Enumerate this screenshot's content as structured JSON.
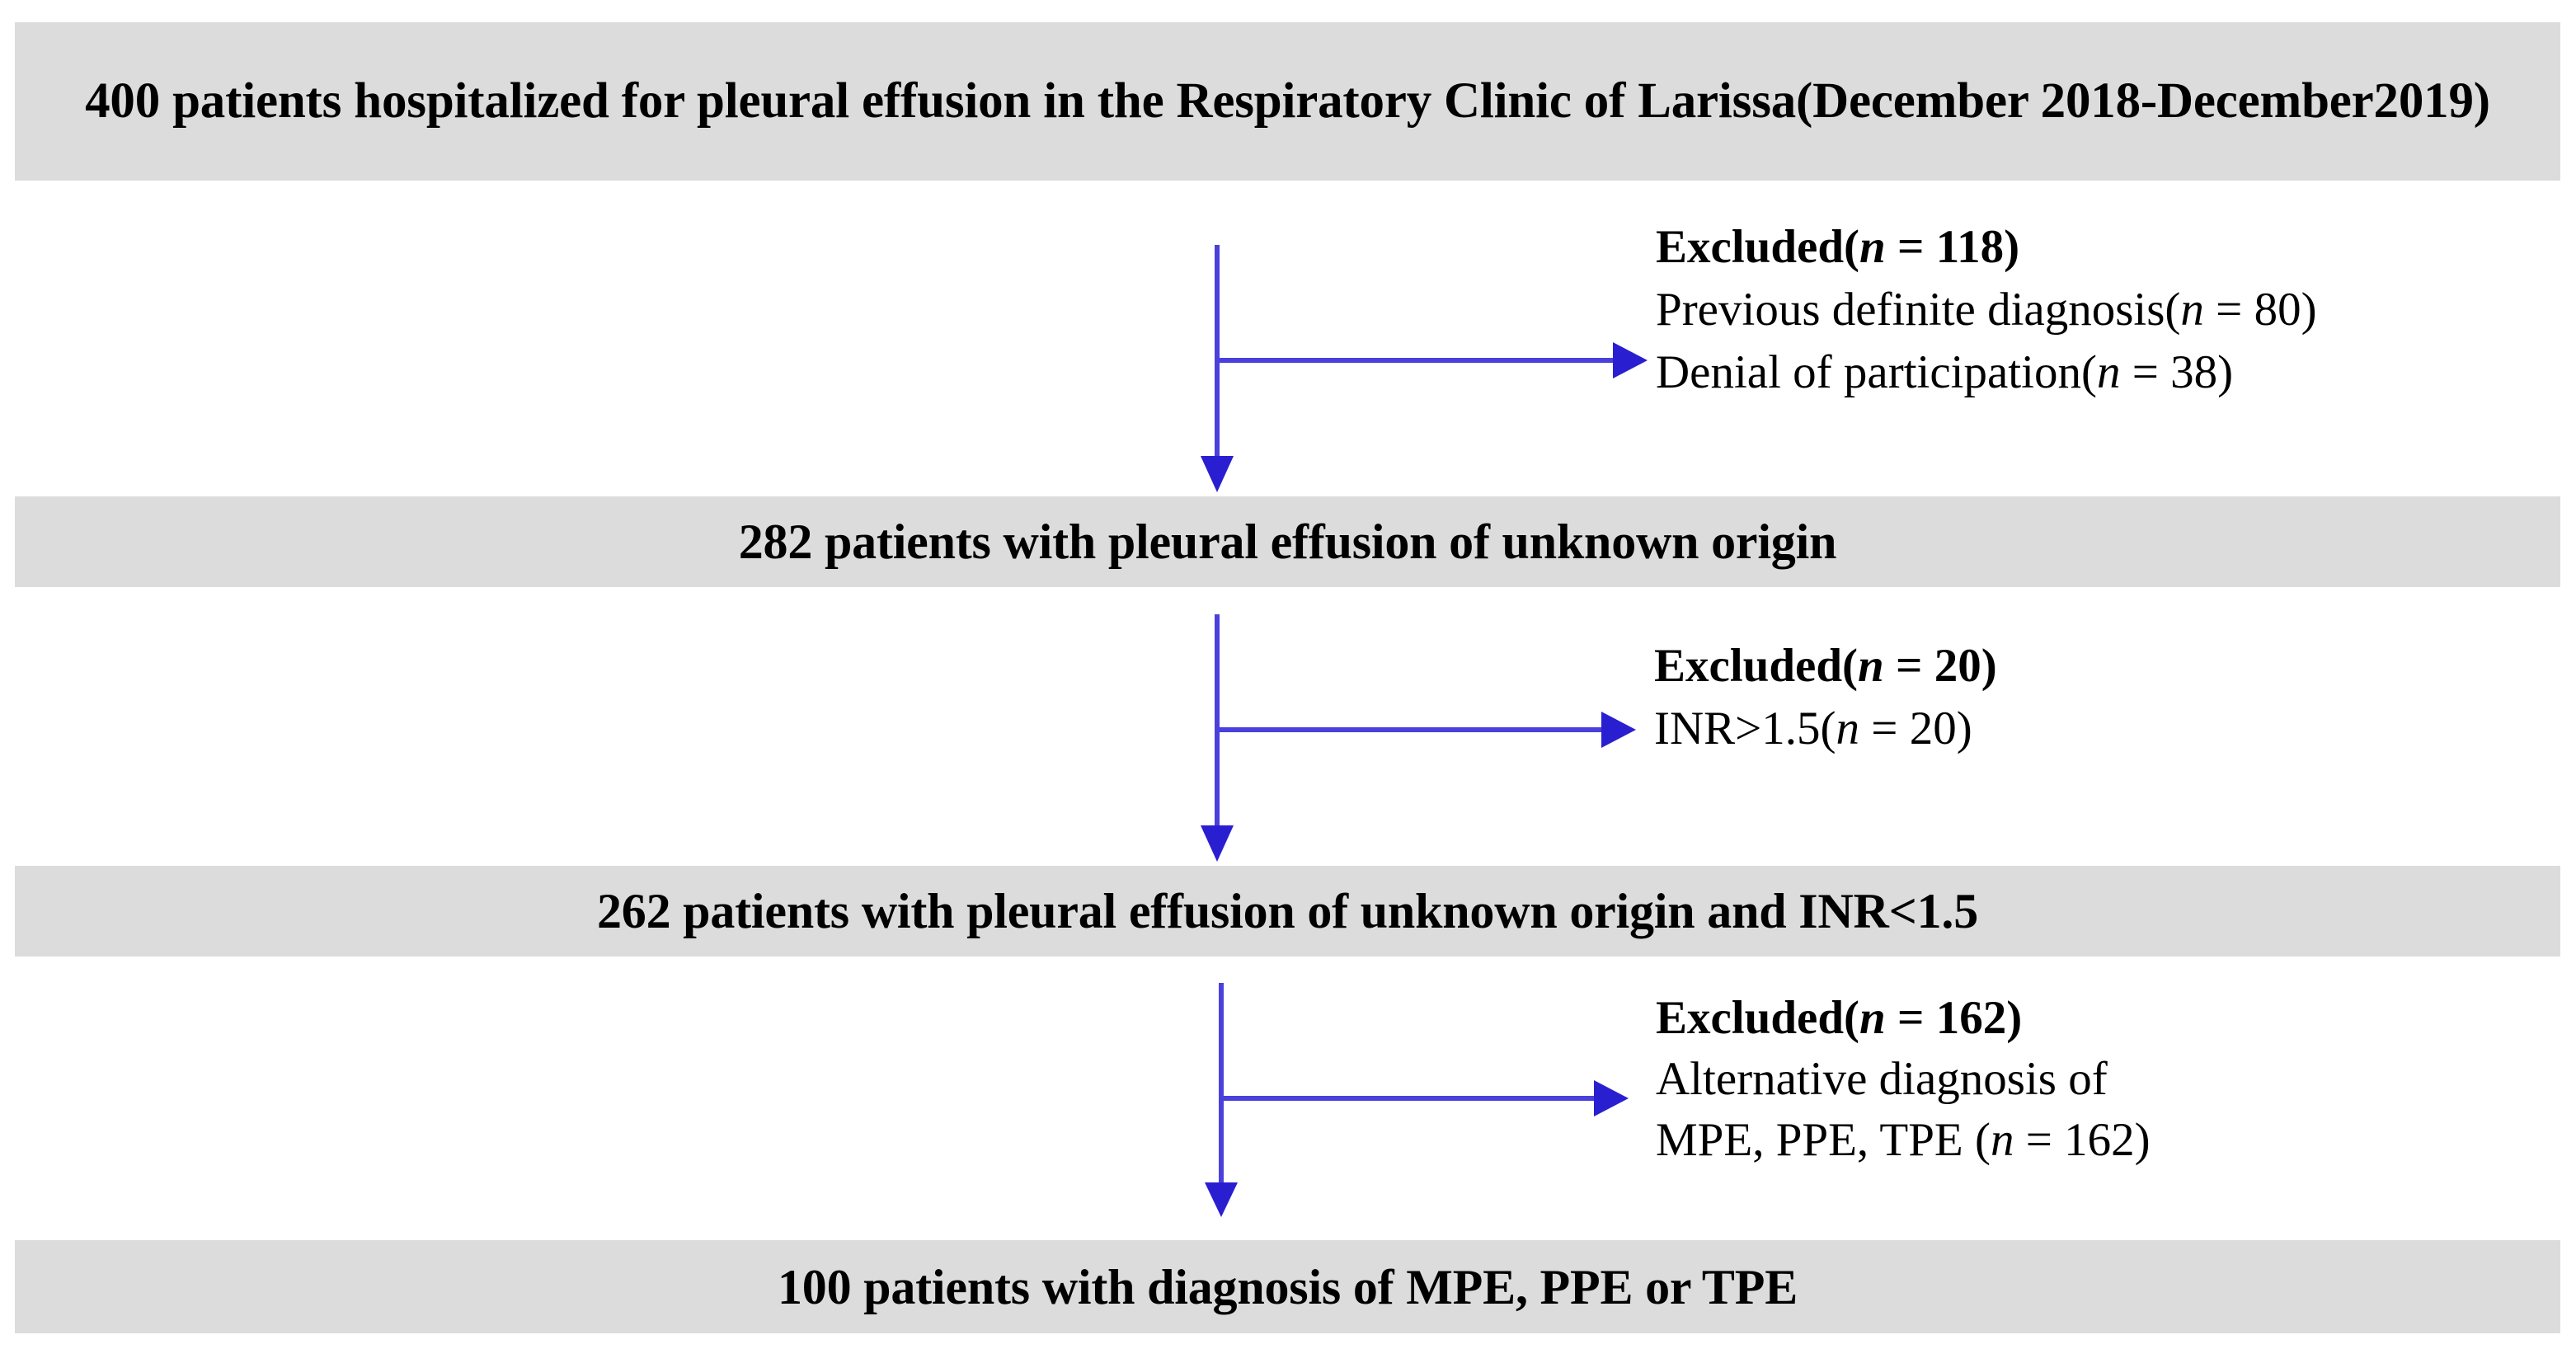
{
  "diagram": {
    "type": "patient-flow-consort-diagram",
    "accent_color": "#4A40DC",
    "box_fill": "#DCDCDC",
    "text_color": "#000000",
    "stages": [
      {
        "id": "stage-1",
        "label": "400 patients hospitalized for pleural effusion in the Respiratory Clinic of Larissa(December 2018-December2019)",
        "count": 400
      },
      {
        "id": "stage-2",
        "label": "282 patients with pleural effusion of unknown origin",
        "count": 282
      },
      {
        "id": "stage-3",
        "label": "262 patients with pleural effusion of unknown origin and INR<1.5",
        "count": 262
      },
      {
        "id": "stage-4",
        "label": "100 patients with diagnosis of MPE, PPE or TPE",
        "count": 100
      }
    ],
    "exclusions": [
      {
        "id": "exclusion-1",
        "heading": "Excluded(n = 118)",
        "total": 118,
        "reasons": [
          {
            "label": "Previous definite diagnosis(n = 80)",
            "n": 80
          },
          {
            "label": "Denial of participation(n = 38)",
            "n": 38
          }
        ]
      },
      {
        "id": "exclusion-2",
        "heading": "Excluded(n = 20)",
        "total": 20,
        "reasons": [
          {
            "label": "INR>1.5(n = 20)",
            "n": 20
          }
        ]
      },
      {
        "id": "exclusion-3",
        "heading": "Excluded(n = 162)",
        "total": 162,
        "reasons": [
          {
            "label": "Alternative diagnosis of",
            "n": null
          },
          {
            "label": "MPE, PPE, TPE (n = 162)",
            "n": 162
          }
        ]
      }
    ],
    "connectors": [
      {
        "id": "connector-1",
        "from": "stage-1",
        "to": "stage-2",
        "branch_to": "exclusion-1"
      },
      {
        "id": "connector-2",
        "from": "stage-2",
        "to": "stage-3",
        "branch_to": "exclusion-2"
      },
      {
        "id": "connector-3",
        "from": "stage-3",
        "to": "stage-4",
        "branch_to": "exclusion-3"
      }
    ]
  }
}
